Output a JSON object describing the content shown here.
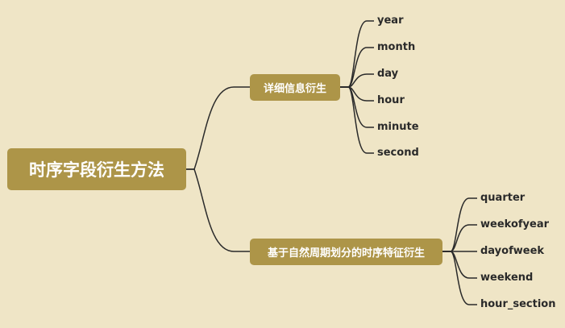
{
  "root": {
    "label": "时序字段衍生方法"
  },
  "branches": [
    {
      "label": "详细信息衍生",
      "children": [
        "year",
        "month",
        "day",
        "hour",
        "minute",
        "second"
      ]
    },
    {
      "label": "基于自然周期划分的时序特征衍生",
      "children": [
        "quarter",
        "weekofyear",
        "dayofweek",
        "weekend",
        "hour_section"
      ]
    }
  ],
  "colors": {
    "background": "#EFE5C6",
    "node": "#AD9548",
    "line": "#2a2a2a"
  }
}
